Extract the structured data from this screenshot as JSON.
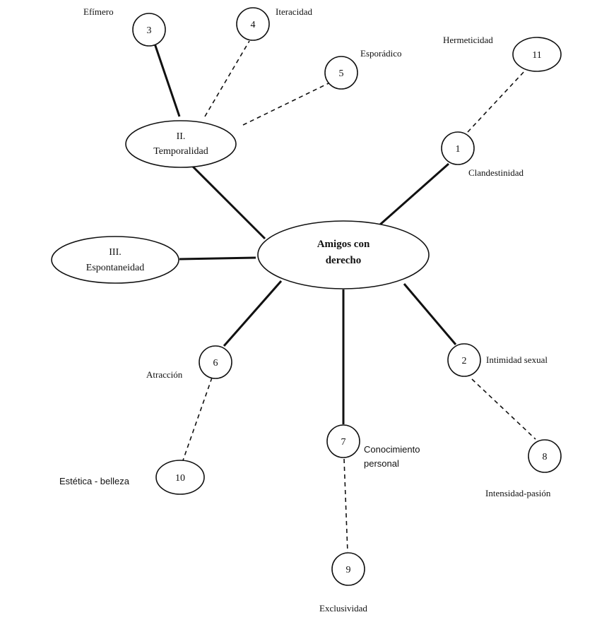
{
  "center": {
    "line1": "Amigos con",
    "line2": "derecho"
  },
  "categories": {
    "temporalidad": {
      "line1": "II.",
      "line2": "Temporalidad"
    },
    "espontaneidad": {
      "line1": "III.",
      "line2": "Espontaneidad"
    }
  },
  "nodes": {
    "n1": {
      "number": "1",
      "label": "Clandestinidad"
    },
    "n2": {
      "number": "2",
      "label": "Intimidad sexual"
    },
    "n3": {
      "number": "3",
      "label": "Efímero"
    },
    "n4": {
      "number": "4",
      "label": "Iteracidad"
    },
    "n5": {
      "number": "5",
      "label": "Esporádico"
    },
    "n6": {
      "number": "6",
      "label": "Atracción"
    },
    "n7": {
      "number": "7",
      "label_line1": "Conocimiento",
      "label_line2": "personal"
    },
    "n8": {
      "number": "8",
      "label": "Intensidad-pasión"
    },
    "n9": {
      "number": "9",
      "label": "Exclusividad"
    },
    "n10": {
      "number": "10",
      "label": "Estética - belleza"
    },
    "n11": {
      "number": "11",
      "label": "Hermeticidad"
    }
  }
}
